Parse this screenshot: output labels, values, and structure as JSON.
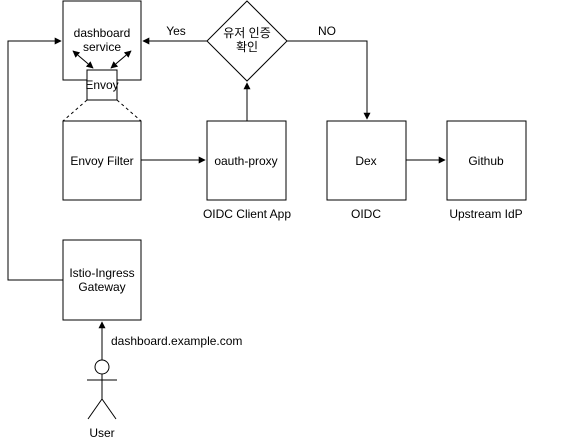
{
  "diagram": {
    "nodes": {
      "dashboard_service": {
        "line1": "dashboard",
        "line2": "service"
      },
      "envoy": {
        "label": "Envoy"
      },
      "envoy_filter": {
        "label": "Envoy Filter"
      },
      "oauth_proxy": {
        "label": "oauth-proxy"
      },
      "dex": {
        "label": "Dex"
      },
      "github": {
        "label": "Github"
      },
      "istio_gateway": {
        "line1": "Istio-Ingress",
        "line2": "Gateway"
      },
      "decision": {
        "line1": "유저 인증",
        "line2": "확인"
      },
      "user": {
        "label": "User"
      }
    },
    "captions": {
      "oidc_client_app": "OIDC Client App",
      "oidc": "OIDC",
      "upstream_idp": "Upstream IdP",
      "url": "dashboard.example.com"
    },
    "edge_labels": {
      "yes": "Yes",
      "no": "NO"
    }
  }
}
